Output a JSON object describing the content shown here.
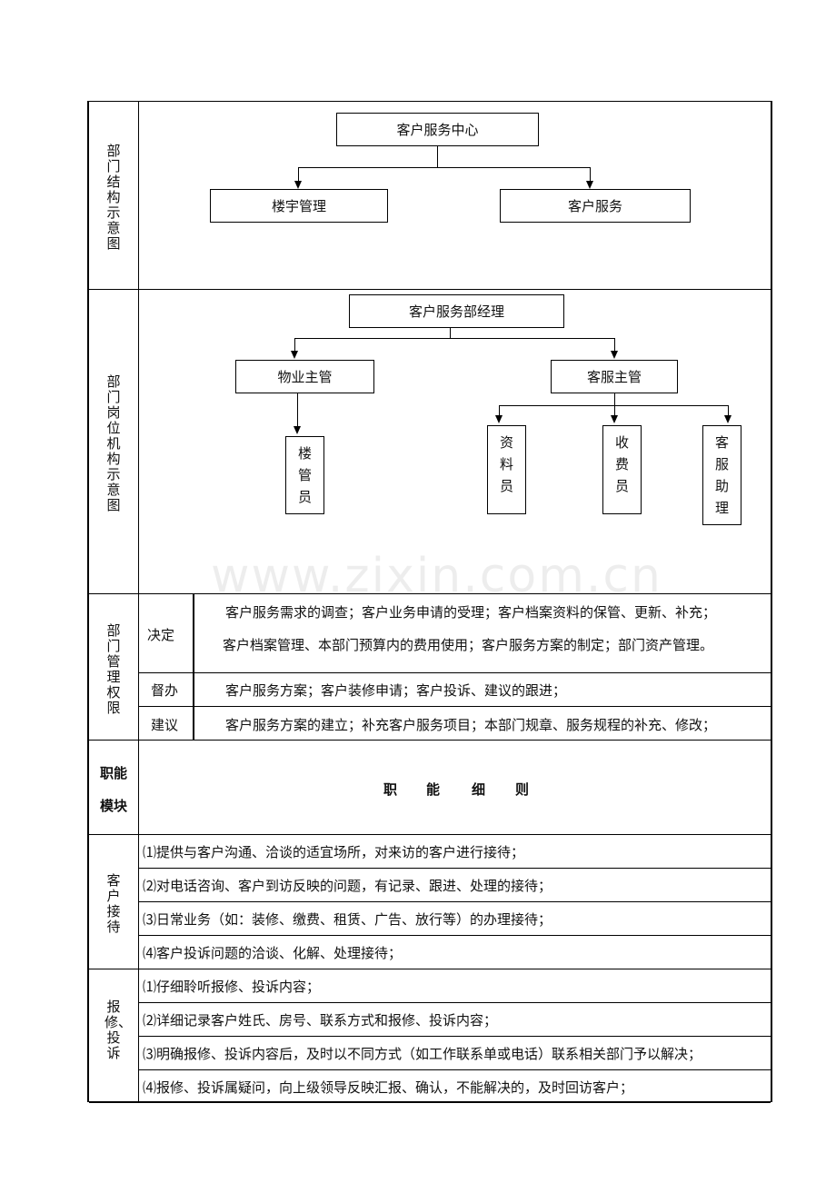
{
  "sections": {
    "structure": "部门结构示意图",
    "positions": "部门岗位机构示意图",
    "authority": "部门管理权限",
    "module_header_line1": "职能",
    "module_header_line2": "模块",
    "details_header": [
      "职",
      "能",
      "细",
      "则"
    ],
    "reception": "客户接待",
    "repair": "报修、投诉"
  },
  "structure_chart": {
    "top": "客户服务中心",
    "left": "楼宇管理",
    "right": "客户服务"
  },
  "position_chart": {
    "top": "客户服务部经理",
    "left": "物业主管",
    "right": "客服主管",
    "left_child": "楼管员",
    "right_children": [
      "资料员",
      "收费员",
      "客服助理"
    ]
  },
  "authority": {
    "decide_label": "决定",
    "decide_line1": "客户服务需求的调查；客户业务申请的受理；客户档案资料的保管、更新、补充；",
    "decide_line2": "客户档案管理、本部门预算内的费用使用；客户服务方案的制定；部门资产管理。",
    "supervise_label": "督办",
    "supervise_text": "客户服务方案；客户装修申请；客户投诉、建议的跟进；",
    "suggest_label": "建议",
    "suggest_text": "客户服务方案的建立；补充客户服务项目；本部门规章、服务规程的补充、修改；"
  },
  "reception_items": [
    "⑴提供与客户沟通、洽谈的适宜场所，对来访的客户进行接待；",
    "⑵对电话咨询、客户到访反映的问题，有记录、跟进、处理的接待；",
    "⑶日常业务（如：装修、缴费、租赁、广告、放行等）的办理接待；",
    "⑷客户投诉问题的洽谈、化解、处理接待；"
  ],
  "repair_items": [
    "⑴仔细聆听报修、投诉内容；",
    "⑵详细记录客户姓氏、房号、联系方式和报修、投诉内容；",
    "⑶明确报修、投诉内容后，及时以不同方式（如工作联系单或电话）联系相关部门予以解决；",
    "⑷报修、投诉属疑问，向上级领导反映汇报、确认，不能解决的，及时回访客户；"
  ],
  "watermark": "www.zixin.com.cn"
}
